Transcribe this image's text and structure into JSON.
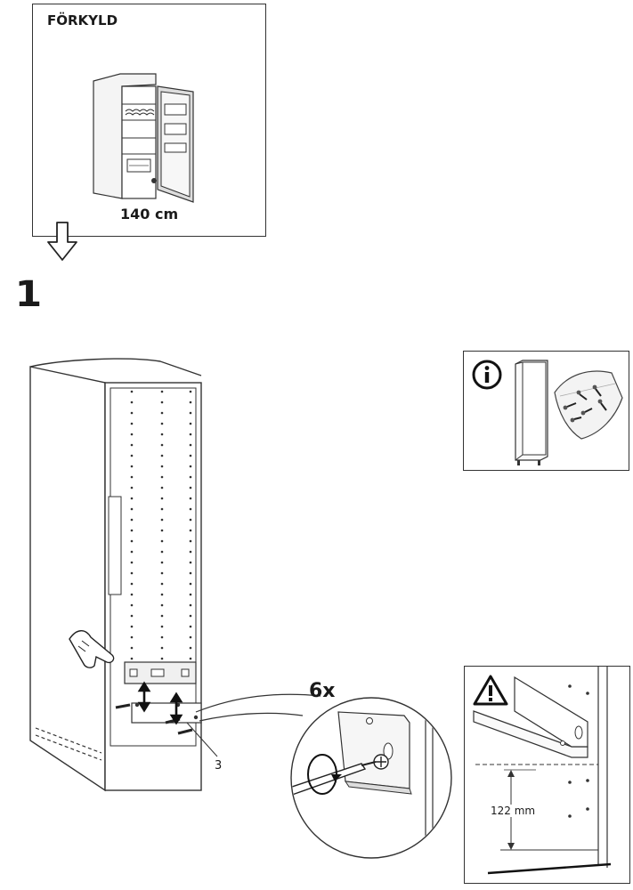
{
  "fridge_box": {
    "title": "FÖRKYLD",
    "height_label": "140 cm"
  },
  "step": {
    "number": "1"
  },
  "info_box": {
    "icon": "info-icon"
  },
  "detail": {
    "quantity": "6x",
    "callout_number": "3"
  },
  "warning_box": {
    "icon": "warning-icon",
    "measurement": "122 mm"
  }
}
